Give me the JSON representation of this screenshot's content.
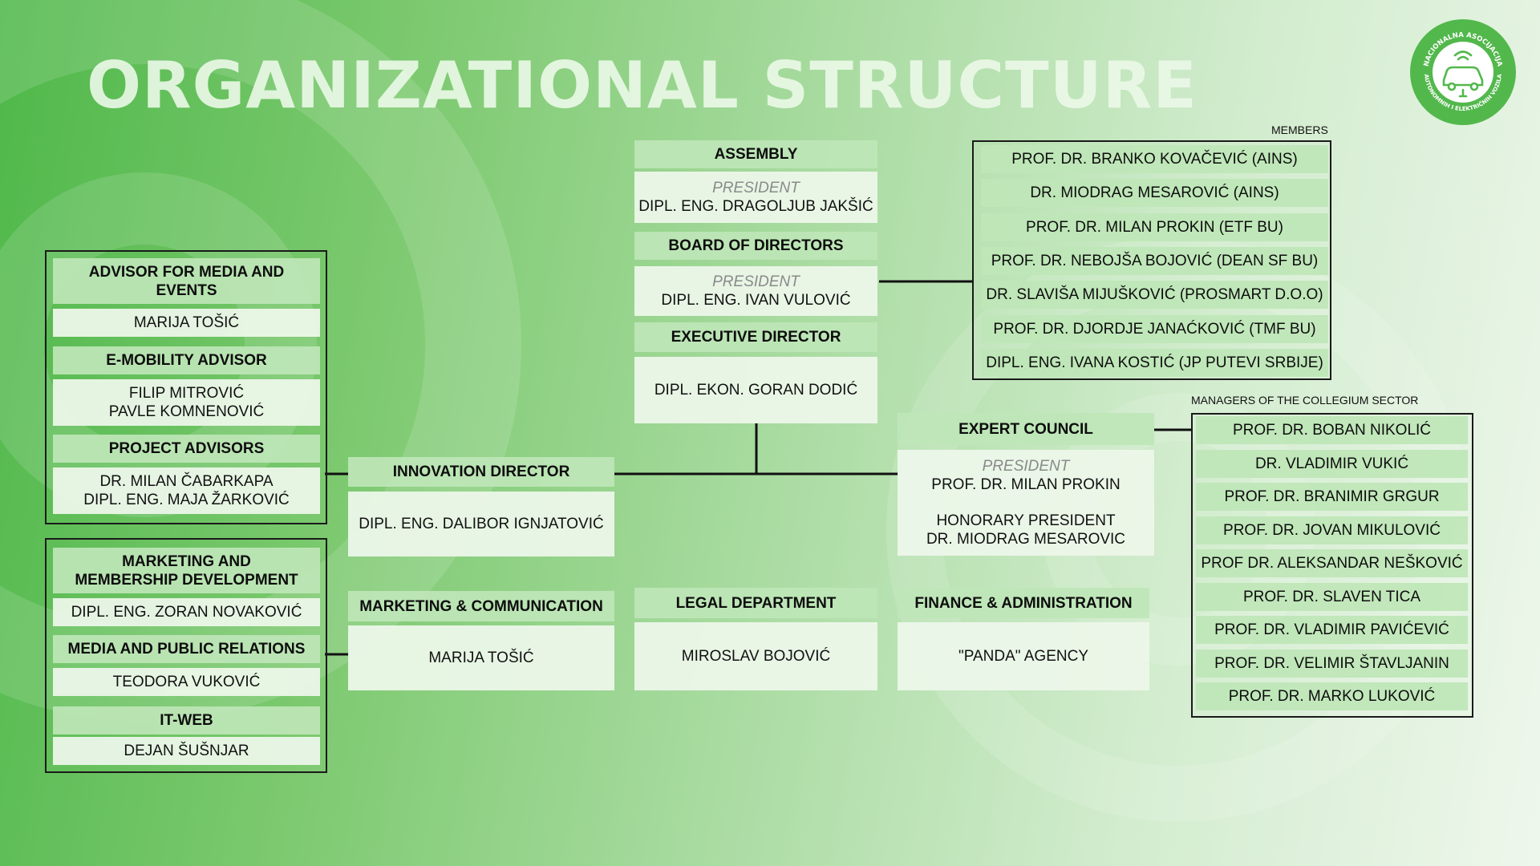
{
  "page": {
    "title": "ORGANIZATIONAL STRUCTURE",
    "logo": {
      "top_text": "NACIONALNA ASOCIJACIJA",
      "bottom_text": "AUTONOMNIH I ELEKTRIČNIH VOZILA",
      "icon": "connected-car-icon"
    }
  },
  "colors": {
    "accent": "#4fb84a",
    "header_fill": "#bee6b7",
    "body_fill": "#ecf7e9",
    "frame": "#1a1a1a"
  },
  "center": {
    "assembly": {
      "heading": "ASSEMBLY",
      "role": "PRESIDENT",
      "name": "DIPL. ENG. DRAGOLJUB JAKŠIĆ"
    },
    "board": {
      "heading": "BOARD OF DIRECTORS",
      "role": "PRESIDENT",
      "name": "DIPL. ENG. IVAN VULOVIĆ"
    },
    "executive": {
      "heading": "EXECUTIVE DIRECTOR",
      "name": "DIPL. EKON. GORAN DODIĆ"
    },
    "innovation": {
      "heading": "INNOVATION DIRECTOR",
      "name": "DIPL. ENG. DALIBOR IGNJATOVIĆ"
    },
    "marketing": {
      "heading": "MARKETING & COMMUNICATION",
      "name": "MARIJA TOŠIĆ"
    },
    "legal": {
      "heading": "LEGAL DEPARTMENT",
      "name": "MIROSLAV BOJOVIĆ"
    },
    "finance": {
      "heading": "FINANCE & ADMINISTRATION",
      "name": "\"PANDA\" AGENCY"
    },
    "expert": {
      "heading": "EXPERT COUNCIL",
      "role": "PRESIDENT",
      "name": "PROF. DR. MILAN PROKIN",
      "honorary_role": "HONORARY PRESIDENT",
      "honorary_name": "DR. MIODRAG MESAROVIC"
    }
  },
  "members": {
    "caption": "MEMBERS",
    "items": [
      "PROF. DR. BRANKO KOVAČEVIĆ (AINS)",
      "DR. MIODRAG MESAROVIĆ (AINS)",
      "PROF. DR. MILAN PROKIN (ETF BU)",
      "PROF. DR. NEBOJŠA BOJOVIĆ (DEAN SF BU)",
      "DR. SLAVIŠA MIJUŠKOVIĆ (PROSMART D.O.O)",
      "PROF. DR. DJORDJE JANAĆKOVIĆ (TMF BU)",
      "DIPL. ENG. IVANA KOSTIĆ (JP PUTEVI SRBIJE)"
    ]
  },
  "collegium": {
    "caption": "MANAGERS OF THE COLLEGIUM SECTOR",
    "items": [
      "PROF. DR. BOBAN NIKOLIĆ",
      "DR. VLADIMIR VUKIĆ",
      "PROF. DR. BRANIMIR GRGUR",
      "PROF. DR. JOVAN MIKULOVIĆ",
      "PROF DR. ALEKSANDAR NEŠKOVIĆ",
      "PROF. DR. SLAVEN TICA",
      "PROF. DR. VLADIMIR PAVIĆEVIĆ",
      "PROF. DR. VELIMIR ŠTAVLJANIN",
      "PROF. DR. MARKO LUKOVIĆ"
    ]
  },
  "advisors": {
    "media_events": {
      "heading": "ADVISOR FOR MEDIA AND EVENTS",
      "names": [
        "MARIJA TOŠIĆ"
      ]
    },
    "emobility": {
      "heading": "E-MOBILITY ADVISOR",
      "names": [
        "FILIP MITROVIĆ",
        "PAVLE KOMNENOVIĆ"
      ]
    },
    "project": {
      "heading": "PROJECT ADVISORS",
      "names": [
        "DR. MILAN ČABARKAPA",
        "DIPL. ENG. MAJA ŽARKOVIĆ"
      ]
    }
  },
  "marketing_group": {
    "membership": {
      "heading": "MARKETING AND MEMBERSHIP DEVELOPMENT",
      "names": [
        "DIPL. ENG. ZORAN NOVAKOVIĆ"
      ]
    },
    "media_pr": {
      "heading": "MEDIA AND PUBLIC RELATIONS",
      "names": [
        "TEODORA VUKOVIĆ"
      ]
    },
    "itweb": {
      "heading": "IT-WEB",
      "names": [
        "DEJAN ŠUŠNJAR"
      ]
    }
  }
}
